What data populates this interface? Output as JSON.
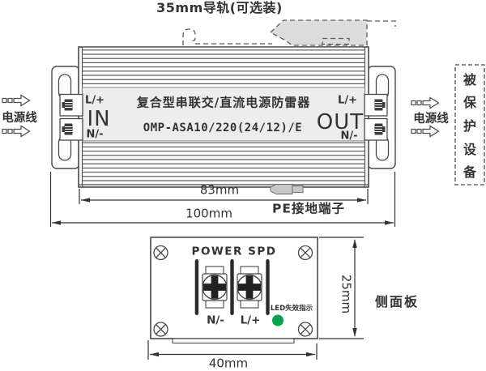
{
  "colors": {
    "line": "#4a4a4a",
    "label_fill": "#ededed",
    "rail_fill": "#dcdcdc",
    "lug_fill": "#c9c9c9",
    "led_green": "#00a44a",
    "background": "#ffffff"
  },
  "top_view": {
    "rail_label": "35mm导轨(可选装)",
    "device": {
      "title": "复合型串联交/直流电源防雷器",
      "model": "OMP-ASA10/220(24/12)/E",
      "in_label": "IN",
      "in_top": "L/+",
      "in_bottom": "N/-",
      "out_label": "OUT",
      "out_top": "L/+",
      "out_bottom": "N/-"
    },
    "left_wire_label": "电源线",
    "right_wire_label": "电源线",
    "protected_box": {
      "text": "被保护设备",
      "chars": [
        "被",
        "保",
        "护",
        "设",
        "备"
      ]
    },
    "dim_83": "83mm",
    "dim_100": "100mm",
    "pe_label": "PE接地端子"
  },
  "side_view": {
    "panel_title": "POWER SPD",
    "terminal_left": "N/-",
    "terminal_right": "L/+",
    "led_label": "LED失效指示",
    "dim_height": "25mm",
    "dim_width": "40mm",
    "caption": "侧面板"
  }
}
